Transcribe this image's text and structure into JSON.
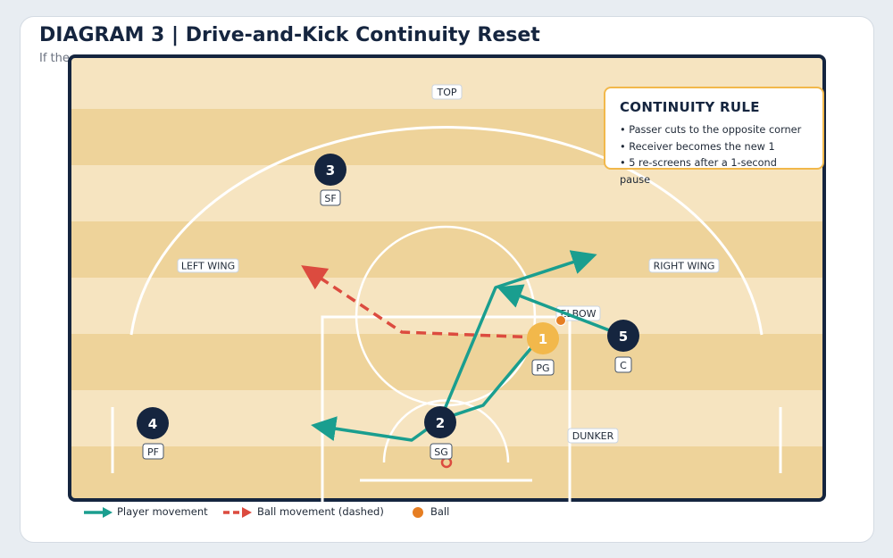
{
  "header": {
    "title": "DIAGRAM 3  |  Drive-and-Kick Continuity Reset",
    "subtitle": "If the"
  },
  "court": {
    "labels": {
      "top": "TOP",
      "left_wing": "LEFT WING",
      "right_wing": "RIGHT WING",
      "elbow": "ELBOW",
      "dunker": "DUNKER"
    }
  },
  "players": [
    {
      "number": "3",
      "position": "SF"
    },
    {
      "number": "4",
      "position": "PF"
    },
    {
      "number": "2",
      "position": "SG"
    },
    {
      "number": "1",
      "position": "PG"
    },
    {
      "number": "5",
      "position": "C"
    }
  ],
  "rule_box": {
    "title": "CONTINUITY RULE",
    "items": [
      "Passer cuts to the opposite corner",
      "Receiver becomes the new 1",
      "5 re-screens after a 1-second pause"
    ]
  },
  "legend": {
    "player_movement": "Player movement",
    "ball_movement": "Ball movement (dashed)",
    "ball": "Ball"
  },
  "colors": {
    "navy": "#15253f",
    "teal": "#1a9e8f",
    "red": "#dc4b3f",
    "gold": "#f2b84b",
    "ball_orange": "#e67e22",
    "court_light": "#f6e4c0",
    "court_dark": "#eed39a"
  }
}
